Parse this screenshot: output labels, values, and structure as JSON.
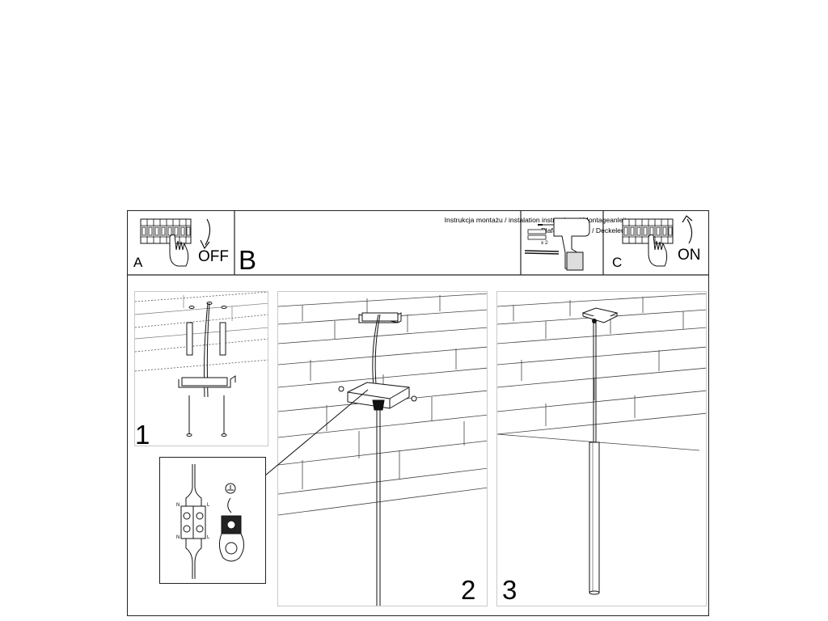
{
  "header": {
    "line1": "Instrukcja montażu / instalation instructions / Montageanleitung",
    "line2": "Plafon / Plafond / Deckeleuchte"
  },
  "steps": {
    "a": {
      "letter": "A",
      "action": "OFF"
    },
    "b": {
      "letter": "B"
    },
    "c": {
      "letter": "C",
      "action": "ON"
    },
    "s1": "1",
    "s2": "2",
    "s3": "3"
  },
  "tools": {
    "quantity": "x 2"
  },
  "wiring": {
    "n": "N",
    "l": "L"
  }
}
